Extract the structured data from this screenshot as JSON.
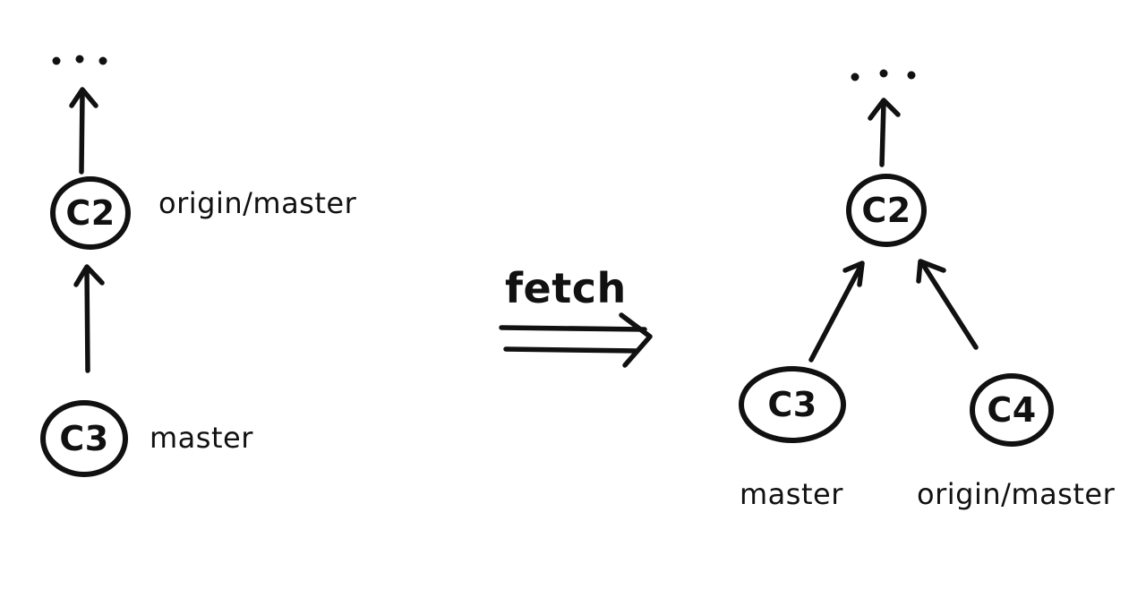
{
  "colors": {
    "ink": "#111111",
    "background": "#ffffff"
  },
  "before": {
    "ellipsis": "...",
    "nodes": [
      {
        "id": "C2",
        "label": "origin/master"
      },
      {
        "id": "C3",
        "label": "master"
      }
    ]
  },
  "operation": {
    "label": "fetch"
  },
  "after": {
    "ellipsis": "...",
    "nodes": [
      {
        "id": "C2",
        "label": ""
      },
      {
        "id": "C3",
        "label": "master"
      },
      {
        "id": "C4",
        "label": "origin/master"
      }
    ]
  }
}
